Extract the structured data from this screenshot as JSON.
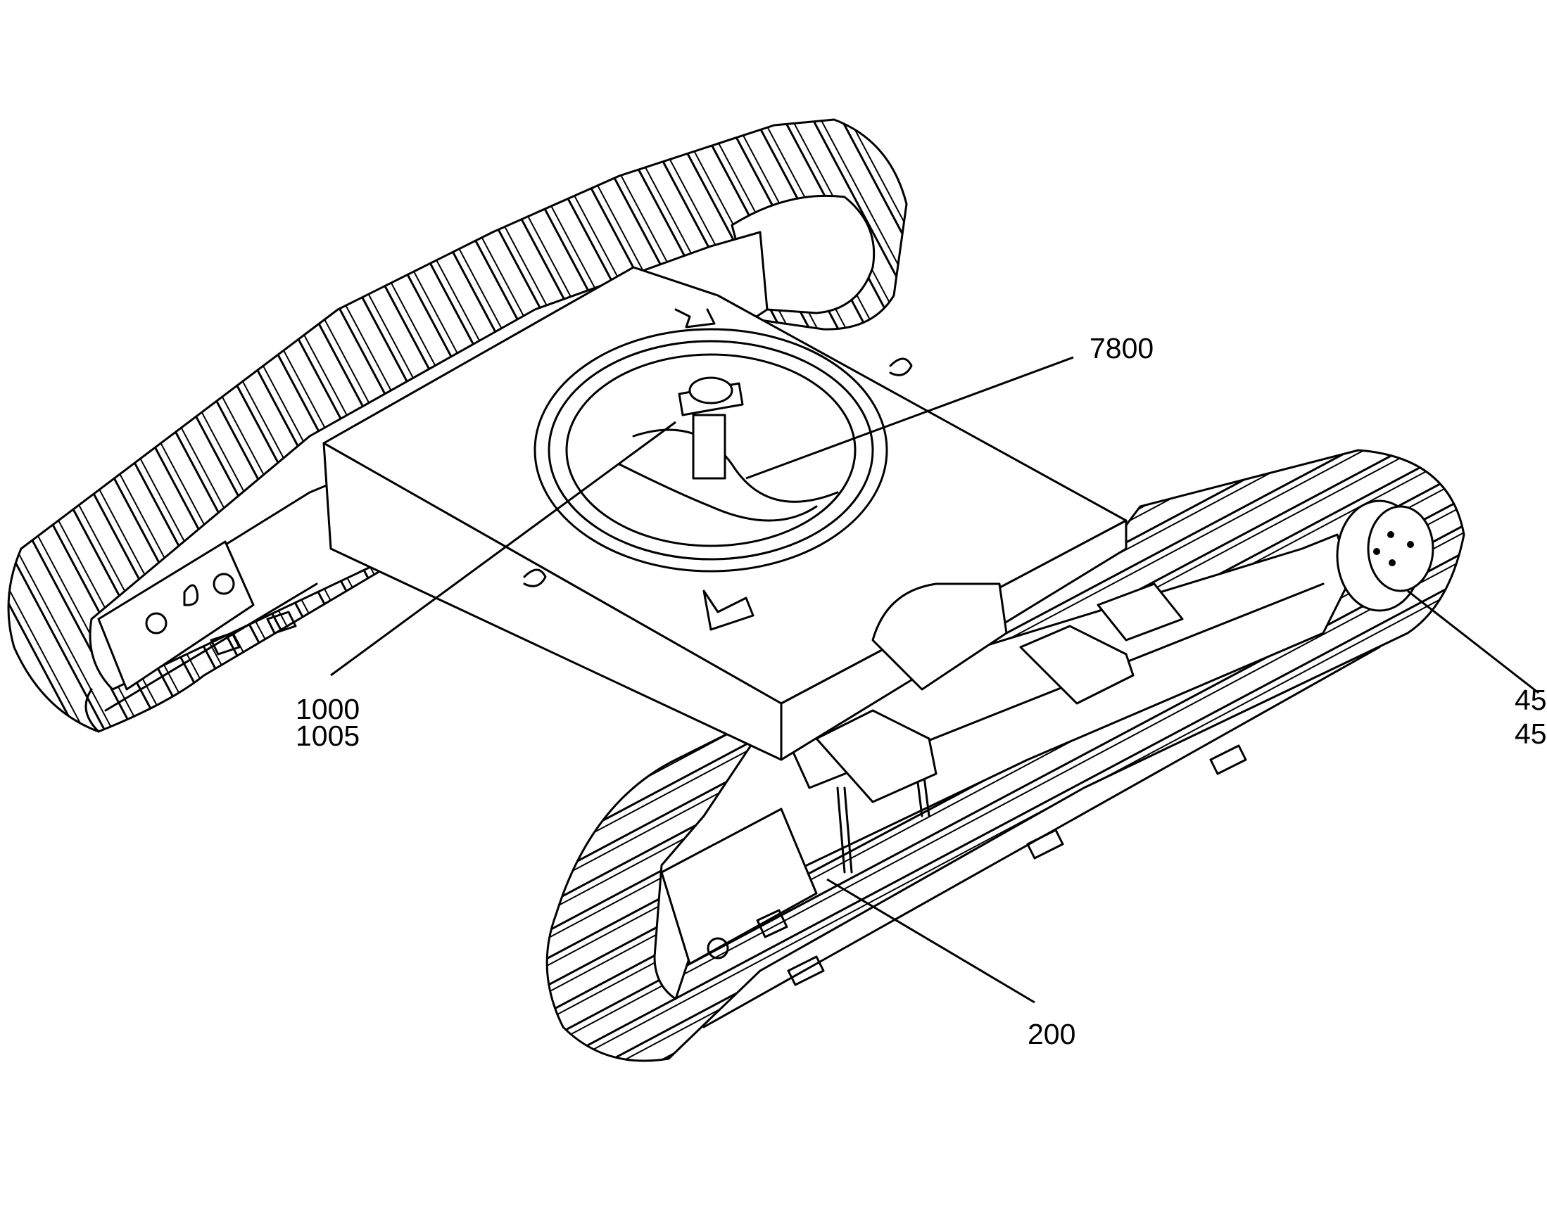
{
  "labels": {
    "ring": "7800",
    "frame_a": "1000",
    "frame_b": "1005",
    "track": "200",
    "motor_a": "45",
    "motor_b": "45"
  }
}
